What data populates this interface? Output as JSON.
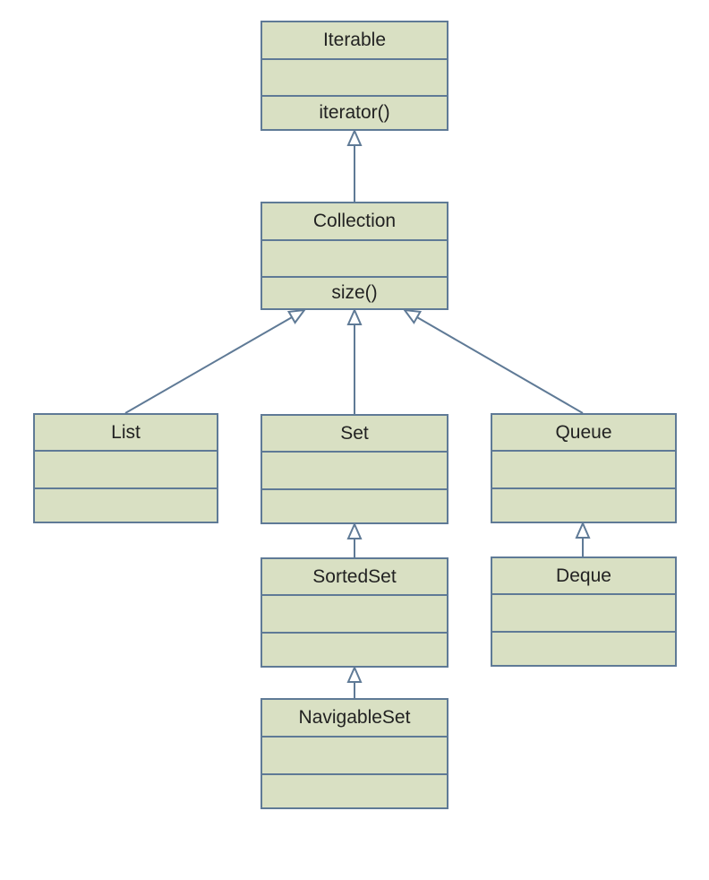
{
  "diagram": {
    "colors": {
      "box_fill": "#d9e0c3",
      "box_border": "#5f7a96",
      "connector": "#5f7a96",
      "text": "#222222",
      "background": "#ffffff"
    },
    "classes": [
      {
        "id": "iterable",
        "name": "Iterable",
        "attributes": "",
        "operations": "iterator()"
      },
      {
        "id": "collection",
        "name": "Collection",
        "attributes": "",
        "operations": "size()"
      },
      {
        "id": "list",
        "name": "List",
        "attributes": "",
        "operations": ""
      },
      {
        "id": "set",
        "name": "Set",
        "attributes": "",
        "operations": ""
      },
      {
        "id": "queue",
        "name": "Queue",
        "attributes": "",
        "operations": ""
      },
      {
        "id": "sortedset",
        "name": "SortedSet",
        "attributes": "",
        "operations": ""
      },
      {
        "id": "deque",
        "name": "Deque",
        "attributes": "",
        "operations": ""
      },
      {
        "id": "navigableset",
        "name": "NavigableSet",
        "attributes": "",
        "operations": ""
      }
    ],
    "relations": [
      {
        "type": "generalization",
        "from": "collection",
        "to": "iterable"
      },
      {
        "type": "generalization",
        "from": "list",
        "to": "collection"
      },
      {
        "type": "generalization",
        "from": "set",
        "to": "collection"
      },
      {
        "type": "generalization",
        "from": "queue",
        "to": "collection"
      },
      {
        "type": "generalization",
        "from": "sortedset",
        "to": "set"
      },
      {
        "type": "generalization",
        "from": "navigableset",
        "to": "sortedset"
      },
      {
        "type": "generalization",
        "from": "deque",
        "to": "queue"
      }
    ]
  }
}
